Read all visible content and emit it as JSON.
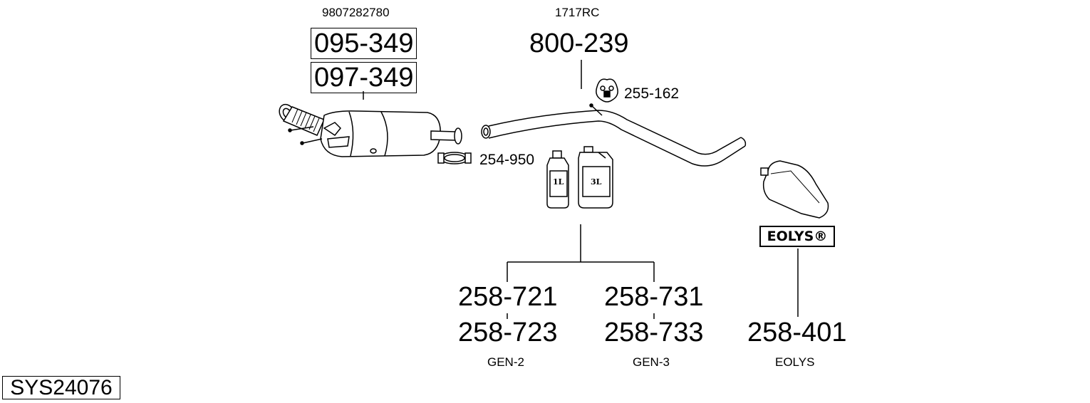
{
  "groups": {
    "dpf": {
      "oem_number": "9807282780",
      "parts": [
        "095-349",
        "097-349"
      ]
    },
    "pipe": {
      "oem_number": "1717RC",
      "part": "800-239"
    }
  },
  "small_parts": {
    "rubber_mount": "255-162",
    "clamp": "254-950"
  },
  "fluids": {
    "bottle_small_label": "1L",
    "bottle_large_label": "3L",
    "gen2": {
      "parts": [
        "258-721",
        "258-723"
      ],
      "label": "GEN-2"
    },
    "gen3": {
      "parts": [
        "258-731",
        "258-733"
      ],
      "label": "GEN-3"
    }
  },
  "eolys": {
    "logo": "EOLYS®",
    "part": "258-401",
    "label": "EOLYS"
  },
  "system_code": "SYS24076"
}
